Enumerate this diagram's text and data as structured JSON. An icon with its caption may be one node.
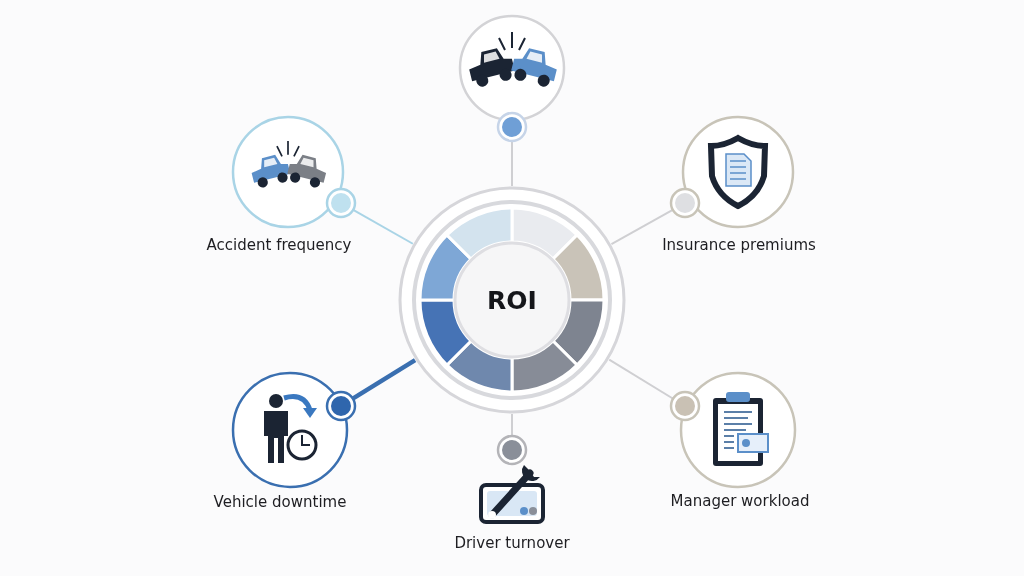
{
  "diagram": {
    "nodes": [
      {
        "text": [
          "ROI"
        ]
      },
      {
        "text": [],
        "shape": "circle"
      },
      {
        "text": [
          "Accident frequency"
        ]
      },
      {
        "text": [
          "Insurance premiums"
        ]
      },
      {
        "text": [
          "Vehicle downtime"
        ]
      },
      {
        "text": [
          "Driver turnover"
        ]
      },
      {
        "text": [
          "Manager workload"
        ]
      }
    ],
    "edges": [
      {
        "from": 0,
        "to": 1,
        "arrow": "none"
      },
      {
        "from": 0,
        "to": 2,
        "arrow": "none",
        "color": "#a9d4e6"
      },
      {
        "from": 0,
        "to": 3,
        "arrow": "none"
      },
      {
        "from": 0,
        "to": 4,
        "arrow": "none",
        "style": "thick",
        "color": "#3a6fb0"
      },
      {
        "from": 0,
        "to": 5,
        "arrow": "none"
      },
      {
        "from": 0,
        "to": 6,
        "arrow": "none"
      }
    ]
  }
}
